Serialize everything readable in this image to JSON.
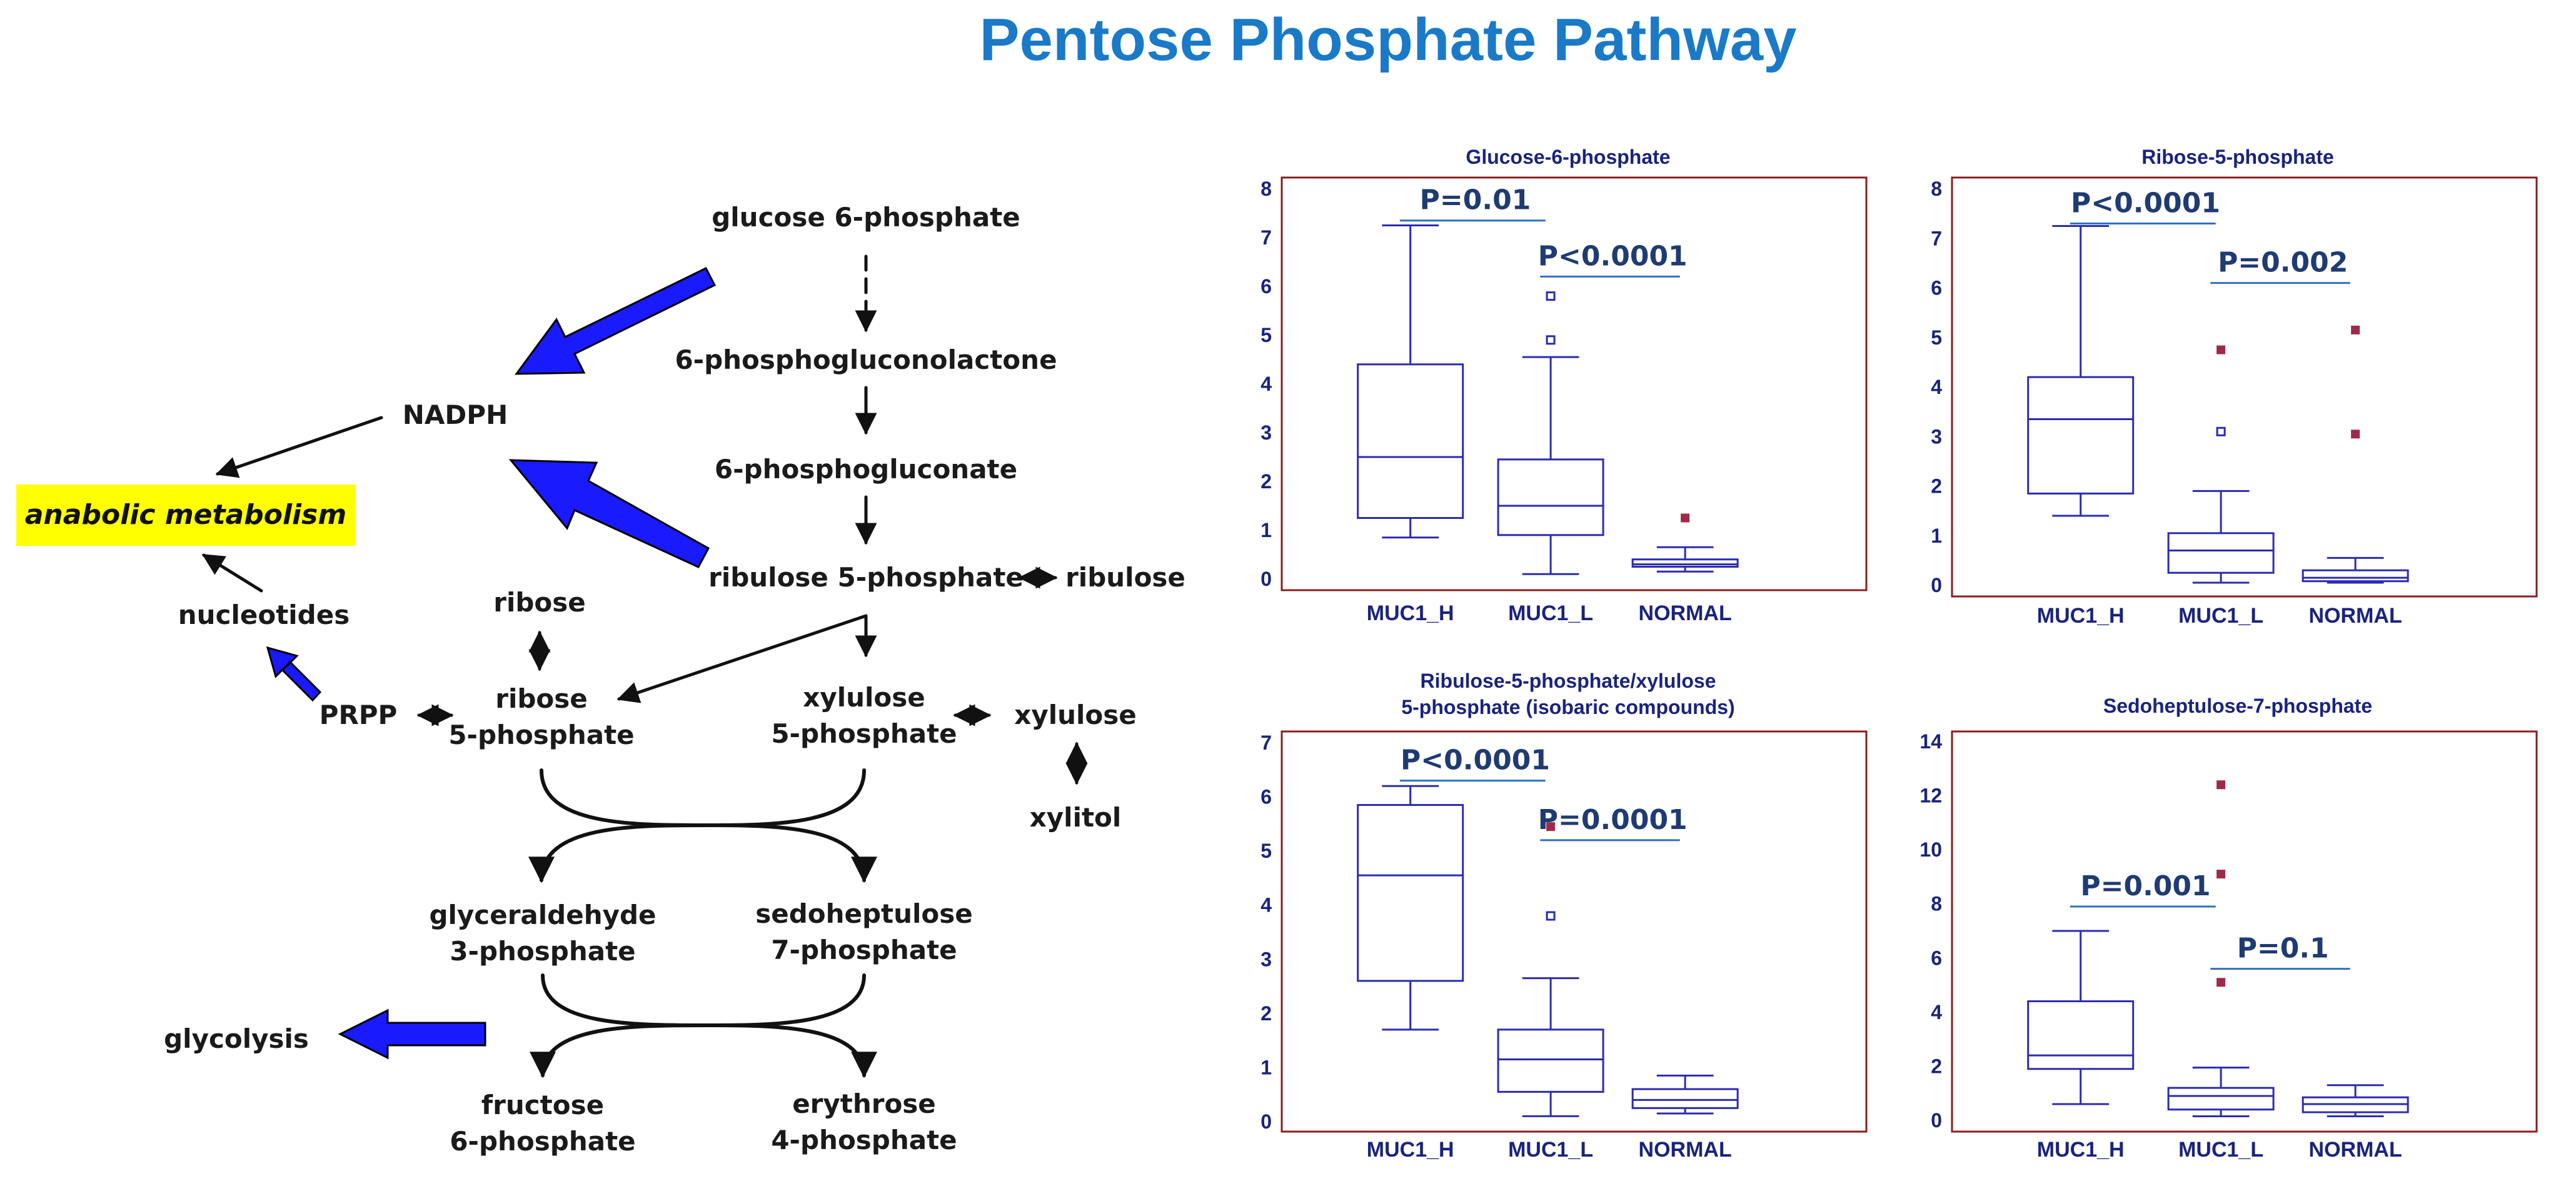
{
  "page_title": "Pentose Phosphate Pathway",
  "colors": {
    "title": "#1a7ac8",
    "box_stroke": "#2b2bb0",
    "frame": "#8b1c1c",
    "outlier_filled": "#9e2a4a",
    "axis_text": "#1a237e",
    "pvalue_text": "#1f3b73",
    "pvalue_line": "#2f6fc1",
    "big_arrow": "#1a1aff",
    "highlight": "#ffff00"
  },
  "pathway": {
    "g6p": "glucose 6-phosphate",
    "pgl": "6-phosphogluconolactone",
    "pg": "6-phosphogluconate",
    "ru5p": "ribulose 5-phosphate",
    "ribulose": "ribulose",
    "nadph": "NADPH",
    "anabolic": "anabolic metabolism",
    "nucleotides": "nucleotides",
    "ribose": "ribose",
    "r5p_1": "ribose",
    "r5p_2": "5-phosphate",
    "prpp": "PRPP",
    "x5p_1": "xylulose",
    "x5p_2": "5-phosphate",
    "xylulose": "xylulose",
    "xylitol": "xylitol",
    "gap_1": "glyceraldehyde",
    "gap_2": "3-phosphate",
    "s7p_1": "sedoheptulose",
    "s7p_2": "7-phosphate",
    "glycolysis": "glycolysis",
    "f6p_1": "fructose",
    "f6p_2": "6-phosphate",
    "e4p_1": "erythrose",
    "e4p_2": "4-phosphate"
  },
  "chart_data": [
    {
      "type": "box",
      "title": "Glucose-6-phosphate",
      "title_lines": [
        "Glucose-6-phosphate"
      ],
      "categories": [
        "MUC1_H",
        "MUC1_L",
        "NORMAL"
      ],
      "ylim": [
        0,
        8
      ],
      "yticks": [
        "0",
        "1",
        "2",
        "3",
        "4",
        "5",
        "6",
        "7",
        "8"
      ],
      "boxes": [
        {
          "min": 0.85,
          "q1": 1.25,
          "median": 2.5,
          "q3": 4.4,
          "max": 7.25
        },
        {
          "min": 0.1,
          "q1": 0.9,
          "median": 1.5,
          "q3": 2.45,
          "max": 4.55
        },
        {
          "min": 0.15,
          "q1": 0.25,
          "median": 0.3,
          "q3": 0.4,
          "max": 0.65
        }
      ],
      "outliers": [
        {
          "category": "MUC1_L",
          "value": 4.9,
          "kind": "open"
        },
        {
          "category": "MUC1_L",
          "value": 5.8,
          "kind": "open"
        },
        {
          "category": "NORMAL",
          "value": 1.25,
          "kind": "filled"
        }
      ],
      "pvalues": [
        {
          "label": "P=0.01",
          "line_y": 7.35,
          "from": "MUC1_H",
          "to": "MUC1_L"
        },
        {
          "label": "P<0.0001",
          "line_y": 6.2,
          "from": "MUC1_L",
          "to": "NORMAL"
        }
      ]
    },
    {
      "type": "box",
      "title": "Ribose-5-phosphate",
      "title_lines": [
        "Ribose-5-phosphate"
      ],
      "categories": [
        "MUC1_H",
        "MUC1_L",
        "NORMAL"
      ],
      "ylim": [
        0,
        8
      ],
      "yticks": [
        "0",
        "1",
        "2",
        "3",
        "4",
        "5",
        "6",
        "7",
        "8"
      ],
      "boxes": [
        {
          "min": 1.4,
          "q1": 1.85,
          "median": 3.35,
          "q3": 4.2,
          "max": 7.25
        },
        {
          "min": 0.05,
          "q1": 0.25,
          "median": 0.7,
          "q3": 1.05,
          "max": 1.9
        },
        {
          "min": 0.05,
          "q1": 0.08,
          "median": 0.15,
          "q3": 0.3,
          "max": 0.55
        }
      ],
      "outliers": [
        {
          "category": "MUC1_L",
          "value": 3.1,
          "kind": "open"
        },
        {
          "category": "MUC1_L",
          "value": 4.75,
          "kind": "filled"
        },
        {
          "category": "NORMAL",
          "value": 3.05,
          "kind": "filled"
        },
        {
          "category": "NORMAL",
          "value": 5.15,
          "kind": "filled"
        }
      ],
      "pvalues": [
        {
          "label": "P<0.0001",
          "line_y": 7.3,
          "from": "MUC1_H",
          "to": "MUC1_L"
        },
        {
          "label": "P=0.002",
          "line_y": 6.1,
          "from": "MUC1_L",
          "to": "NORMAL"
        }
      ]
    },
    {
      "type": "box",
      "title": "Ribulose-5-phosphate/xylulose 5-phosphate (isobaric compounds)",
      "title_lines": [
        "Ribulose-5-phosphate/xylulose",
        "5-phosphate (isobaric compounds)"
      ],
      "categories": [
        "MUC1_H",
        "MUC1_L",
        "NORMAL"
      ],
      "ylim": [
        0,
        7
      ],
      "yticks": [
        "0",
        "1",
        "2",
        "3",
        "4",
        "5",
        "6",
        "7"
      ],
      "boxes": [
        {
          "min": 1.7,
          "q1": 2.6,
          "median": 4.55,
          "q3": 5.85,
          "max": 6.2
        },
        {
          "min": 0.1,
          "q1": 0.55,
          "median": 1.15,
          "q3": 1.7,
          "max": 2.65
        },
        {
          "min": 0.15,
          "q1": 0.25,
          "median": 0.4,
          "q3": 0.6,
          "max": 0.85
        }
      ],
      "outliers": [
        {
          "category": "MUC1_L",
          "value": 3.8,
          "kind": "open"
        },
        {
          "category": "MUC1_L",
          "value": 5.45,
          "kind": "filled"
        }
      ],
      "pvalues": [
        {
          "label": "P<0.0001",
          "line_y": 6.3,
          "from": "MUC1_H",
          "to": "MUC1_L"
        },
        {
          "label": "P=0.0001",
          "line_y": 5.2,
          "from": "MUC1_L",
          "to": "NORMAL"
        }
      ]
    },
    {
      "type": "box",
      "title": "Sedoheptulose-7-phosphate",
      "title_lines": [
        "Sedoheptulose-7-phosphate"
      ],
      "categories": [
        "MUC1_H",
        "MUC1_L",
        "NORMAL"
      ],
      "ylim": [
        0,
        14
      ],
      "yticks": [
        "0",
        "2",
        "4",
        "6",
        "8",
        "10",
        "12",
        "14"
      ],
      "boxes": [
        {
          "min": 0.6,
          "q1": 1.9,
          "median": 2.4,
          "q3": 4.4,
          "max": 7.0
        },
        {
          "min": 0.15,
          "q1": 0.4,
          "median": 0.9,
          "q3": 1.2,
          "max": 1.95
        },
        {
          "min": 0.15,
          "q1": 0.3,
          "median": 0.6,
          "q3": 0.85,
          "max": 1.3
        }
      ],
      "outliers": [
        {
          "category": "MUC1_L",
          "value": 5.1,
          "kind": "filled"
        },
        {
          "category": "MUC1_L",
          "value": 9.1,
          "kind": "filled"
        },
        {
          "category": "MUC1_L",
          "value": 12.4,
          "kind": "filled"
        }
      ],
      "pvalues": [
        {
          "label": "P=0.001",
          "line_y": 7.9,
          "from": "MUC1_H",
          "to": "MUC1_L"
        },
        {
          "label": "P=0.1",
          "line_y": 5.6,
          "from": "MUC1_L",
          "to": "NORMAL"
        }
      ]
    }
  ]
}
